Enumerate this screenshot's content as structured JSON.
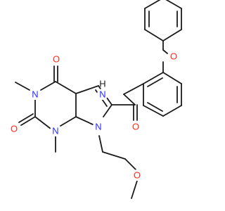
{
  "molecule": {
    "atom_labels": {
      "o_c4": "O",
      "o_c2": "O",
      "o_ether_chain": "O",
      "o_phenoxy": "O",
      "n1": "N",
      "n3": "N",
      "n_pyrrole": "N",
      "n_amide": "N",
      "h_amide": "H",
      "o_amide": "O"
    },
    "colors": {
      "bond": "#1a1a1a",
      "oxygen": "#ff2a1a",
      "nitrogen": "#2a2aff",
      "hydrogen": "#1a1a1a"
    }
  }
}
